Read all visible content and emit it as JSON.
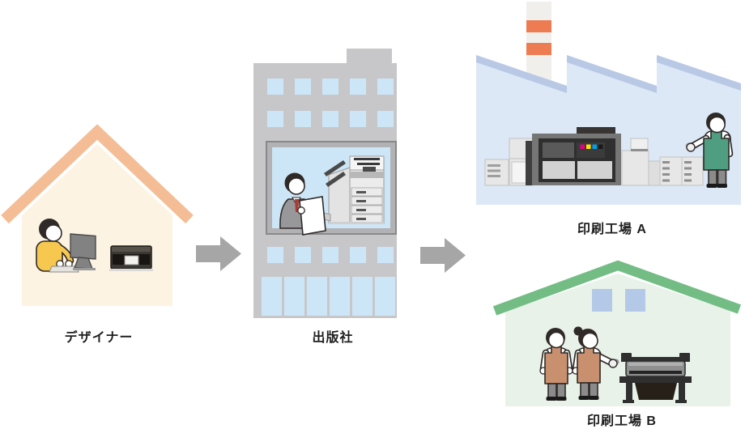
{
  "nodes": {
    "designer": {
      "label": "デザイナー"
    },
    "publisher": {
      "label": "出版社"
    },
    "factory_a": {
      "label": "印刷工場 A"
    },
    "factory_b": {
      "label": "印刷工場 B"
    }
  },
  "edges": [
    {
      "from": "designer",
      "to": "publisher"
    },
    {
      "from": "publisher",
      "to": "factory_a"
    },
    {
      "from": "publisher",
      "to": "factory_b"
    }
  ],
  "colors": {
    "outline": "#2f2a28",
    "arrow": "#a6a6a6",
    "label_text": "#1f1f1f",
    "house_roof": "#f4bd95",
    "house_body": "#fcf3e2",
    "designer_sweater": "#f6c84f",
    "monitor_gray": "#828282",
    "desk_device_dark": "#3b3733",
    "building_gray": "#c7c7c9",
    "building_window": "#cde6f7",
    "big_window_frame": "#b2b2b4",
    "suit_gray": "#98989a",
    "tie_red": "#b03a32",
    "copier_light": "#ececec",
    "factory_a_wall": "#dce8f6",
    "factory_a_roofline": "#b9c9e5",
    "chimney_body": "#f0efeb",
    "chimney_stripe": "#ee7c52",
    "press_body": "#767676",
    "press_frame": "#2f2f2f",
    "press_panel_dark": "#5a5a5a",
    "press_panel_light": "#d2d2d2",
    "machine_light": "#e7e7e7",
    "machine_edge": "#c2c2c2",
    "ink_magenta": "#e4007f",
    "ink_yellow": "#ffe100",
    "ink_cyan": "#00a0e9",
    "ink_black": "#1a1a1a",
    "apron_green": "#4f9e82",
    "apron_tan": "#c9906f",
    "factory_b_roof": "#73bd85",
    "factory_b_wall": "#e8f2e9",
    "factory_b_window": "#b4c9e8",
    "pants_gray": "#8b8b8b",
    "shirt_white": "#ffffff",
    "shoe_black": "#1a1a1a",
    "plotter_dark": "#2f2f2f",
    "plotter_gray": "#8f8f8f"
  }
}
